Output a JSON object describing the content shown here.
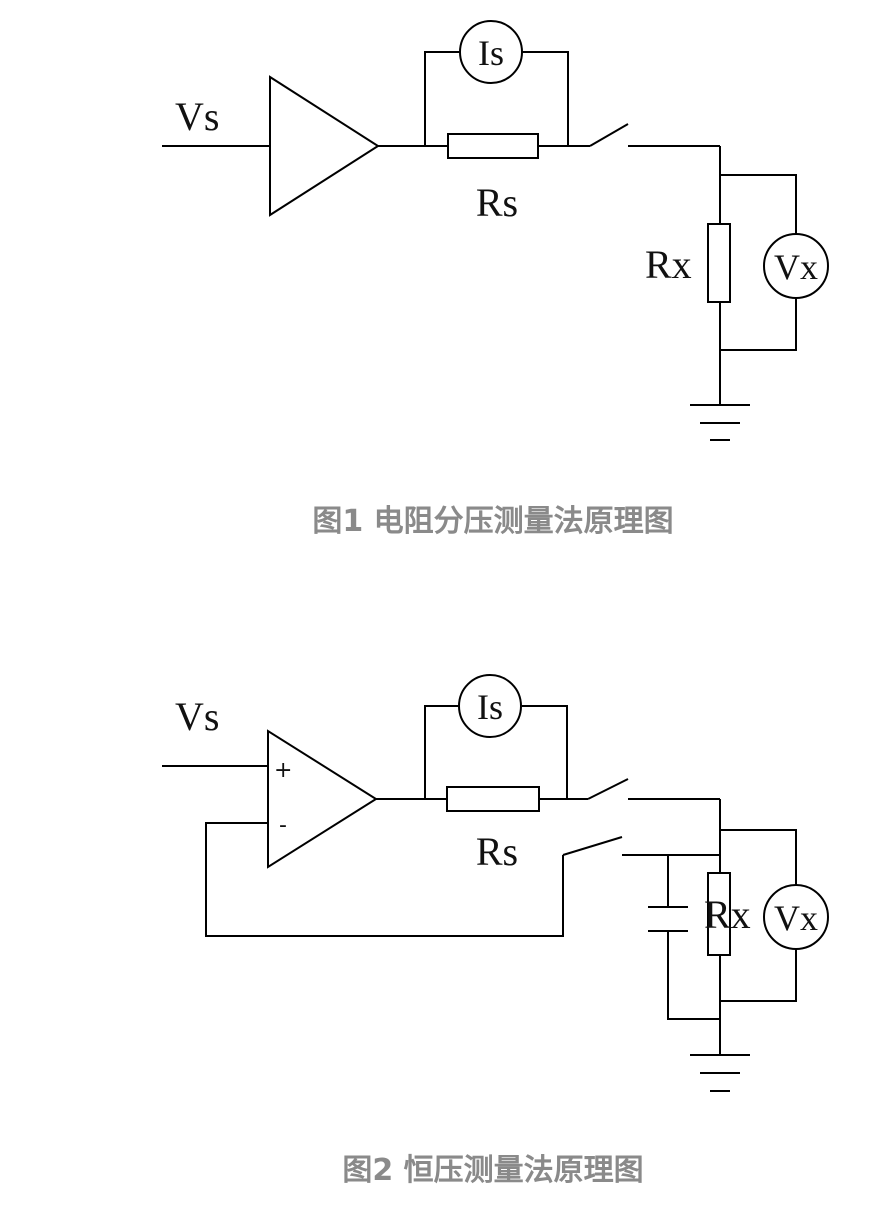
{
  "figure1": {
    "labels": {
      "source": "Vs",
      "current_meter": "Is",
      "series_resistor": "Rs",
      "unknown_resistor": "Rx",
      "voltage_meter": "Vx"
    },
    "caption": "图1 电阻分压测量法原理图"
  },
  "figure2": {
    "labels": {
      "source": "Vs",
      "current_meter": "Is",
      "series_resistor": "Rs",
      "unknown_resistor": "Rx",
      "voltage_meter": "Vx",
      "plus_input": "+",
      "minus_input": "-"
    },
    "caption": "图2 恒压测量法原理图"
  }
}
